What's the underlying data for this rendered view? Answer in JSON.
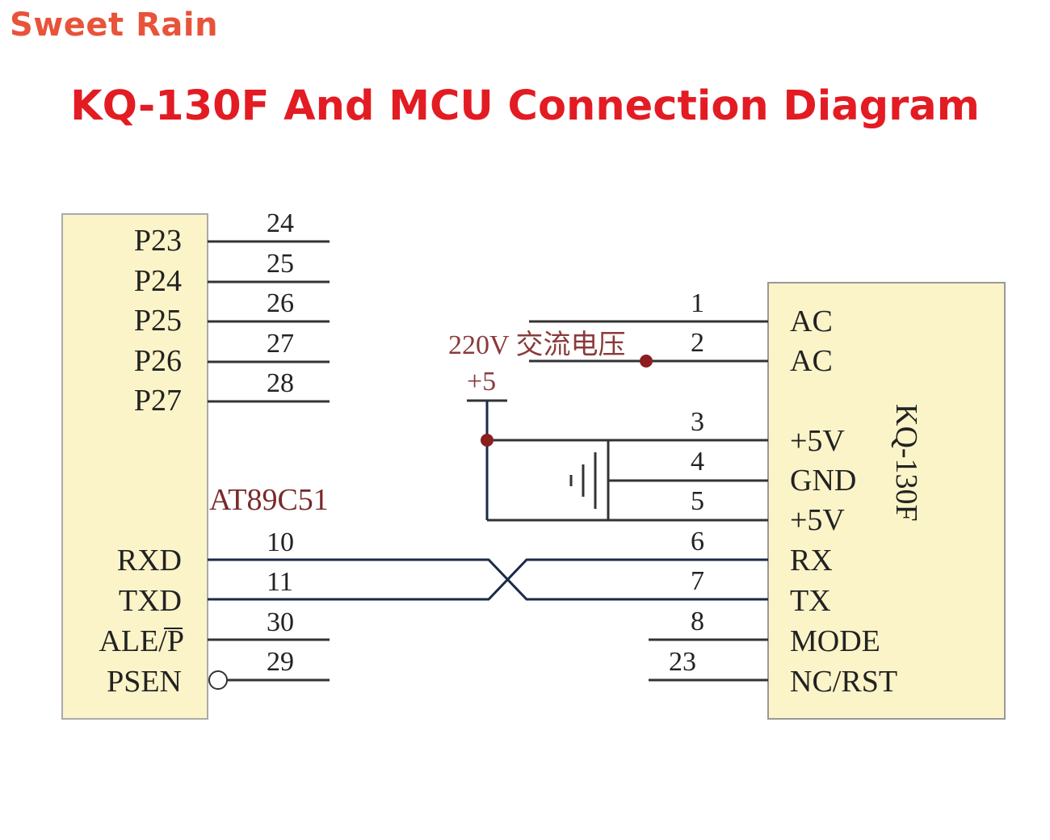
{
  "brand": "Sweet Rain",
  "title": "KQ-130F And MCU Connection Diagram",
  "mcu": {
    "name": "AT89C51",
    "pins": [
      {
        "label": "P23",
        "num": "24"
      },
      {
        "label": "P24",
        "num": "25"
      },
      {
        "label": "P25",
        "num": "26"
      },
      {
        "label": "P26",
        "num": "27"
      },
      {
        "label": "P27",
        "num": "28"
      },
      {
        "label": "RXD",
        "num": "10"
      },
      {
        "label": "TXD",
        "num": "11"
      },
      {
        "label": "ALE/P",
        "num": "30"
      },
      {
        "label": "PSEN",
        "num": "29"
      }
    ]
  },
  "module": {
    "name": "KQ-130F",
    "pins": [
      {
        "label": "AC",
        "num": "1"
      },
      {
        "label": "AC",
        "num": "2"
      },
      {
        "label": "+5V",
        "num": "3"
      },
      {
        "label": "GND",
        "num": "4"
      },
      {
        "label": "+5V",
        "num": "5"
      },
      {
        "label": "RX",
        "num": "6"
      },
      {
        "label": "TX",
        "num": "7"
      },
      {
        "label": "MODE",
        "num": "8"
      },
      {
        "label": "NC/RST",
        "num": "23"
      }
    ]
  },
  "annotations": {
    "ac_voltage": "220V 交流电压",
    "supply": "+5"
  },
  "colors": {
    "box_fill": "#fbf4c9",
    "box_border": "#999999",
    "brand": "#e8533a",
    "title": "#e31b23",
    "junction": "#8b1e1e"
  }
}
